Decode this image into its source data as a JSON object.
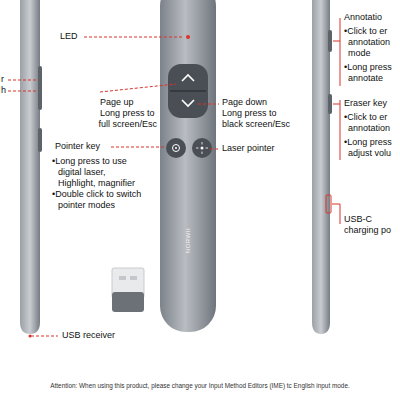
{
  "diagram": {
    "caption": "Attention: When using this product, please change your Input Method Editors (IME) tc English input mode.",
    "labels": [
      "r",
      "h",
      "LED",
      "Page up",
      "Long press to",
      "full screen/Esc",
      "Page down",
      "Long press to",
      "black screen/Esc",
      "Laser pointer",
      "Pointer key",
      "•Long press to use",
      "digital laser,",
      "Highlight, magnifier",
      "•Double click to switch",
      "pointer modes",
      "USB receiver",
      "NORWII",
      "Annotatio",
      "•Click to er",
      "annotation",
      "mode",
      "•Long press",
      "annotate",
      "Eraser key",
      "•Click to er",
      "annotation",
      "•Long press",
      "adjust volu",
      "USB-C",
      "charging po"
    ]
  }
}
